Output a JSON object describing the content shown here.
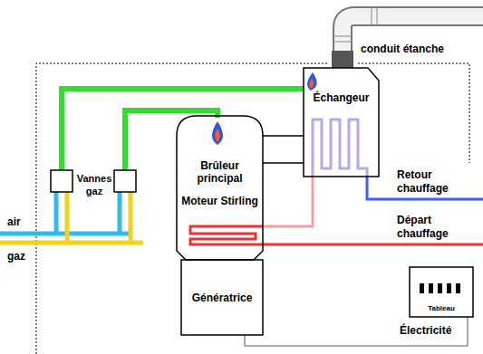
{
  "diagram": {
    "nodes": [
      {
        "text": [
          "Échangeur"
        ]
      },
      {
        "text": [
          "Brûleur principal"
        ]
      },
      {
        "text": [
          "Moteur Stirling"
        ]
      },
      {
        "text": [
          "Génératrice"
        ]
      },
      {
        "text": [
          "Tableau"
        ]
      }
    ],
    "edges": [
      {
        "from": 1,
        "to": 0,
        "arrow": "none"
      },
      {
        "from": 2,
        "to": 0,
        "arrow": "none"
      },
      {
        "from": 3,
        "to": 4,
        "arrow": "none"
      }
    ],
    "labels": [
      "conduit étanche",
      "Vannes gaz",
      "air",
      "gaz",
      "Retour chauffage",
      "Départ chauffage",
      "Électricité"
    ]
  }
}
